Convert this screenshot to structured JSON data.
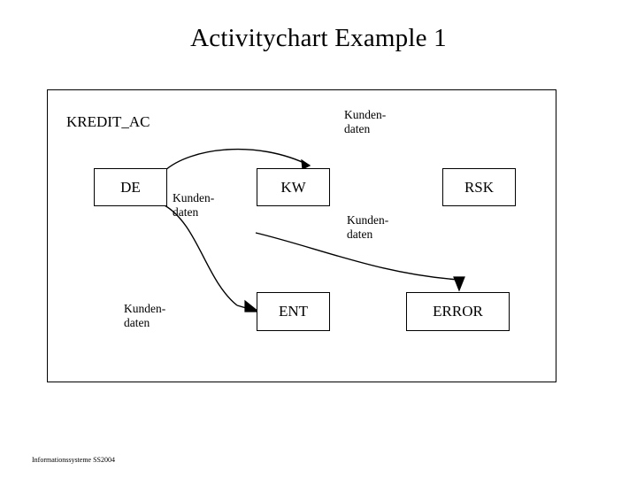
{
  "slide": {
    "title": "Activitychart Example 1",
    "footer": "Informationssysteme SS2004"
  },
  "diagram": {
    "chart_name": "KREDIT_AC",
    "top_flow_label": "Kunden-\ndaten",
    "nodes": [
      {
        "id": "de",
        "label": "DE"
      },
      {
        "id": "kw",
        "label": "KW"
      },
      {
        "id": "rsk",
        "label": "RSK"
      },
      {
        "id": "ent",
        "label": "ENT"
      },
      {
        "id": "error",
        "label": "ERROR"
      }
    ],
    "edge_labels": [
      {
        "id": "de-kw",
        "text": "Kunden-\ndaten"
      },
      {
        "id": "kw-error",
        "text": "Kunden-\ndaten"
      },
      {
        "id": "ent-in",
        "text": "Kunden-\ndaten"
      }
    ]
  }
}
